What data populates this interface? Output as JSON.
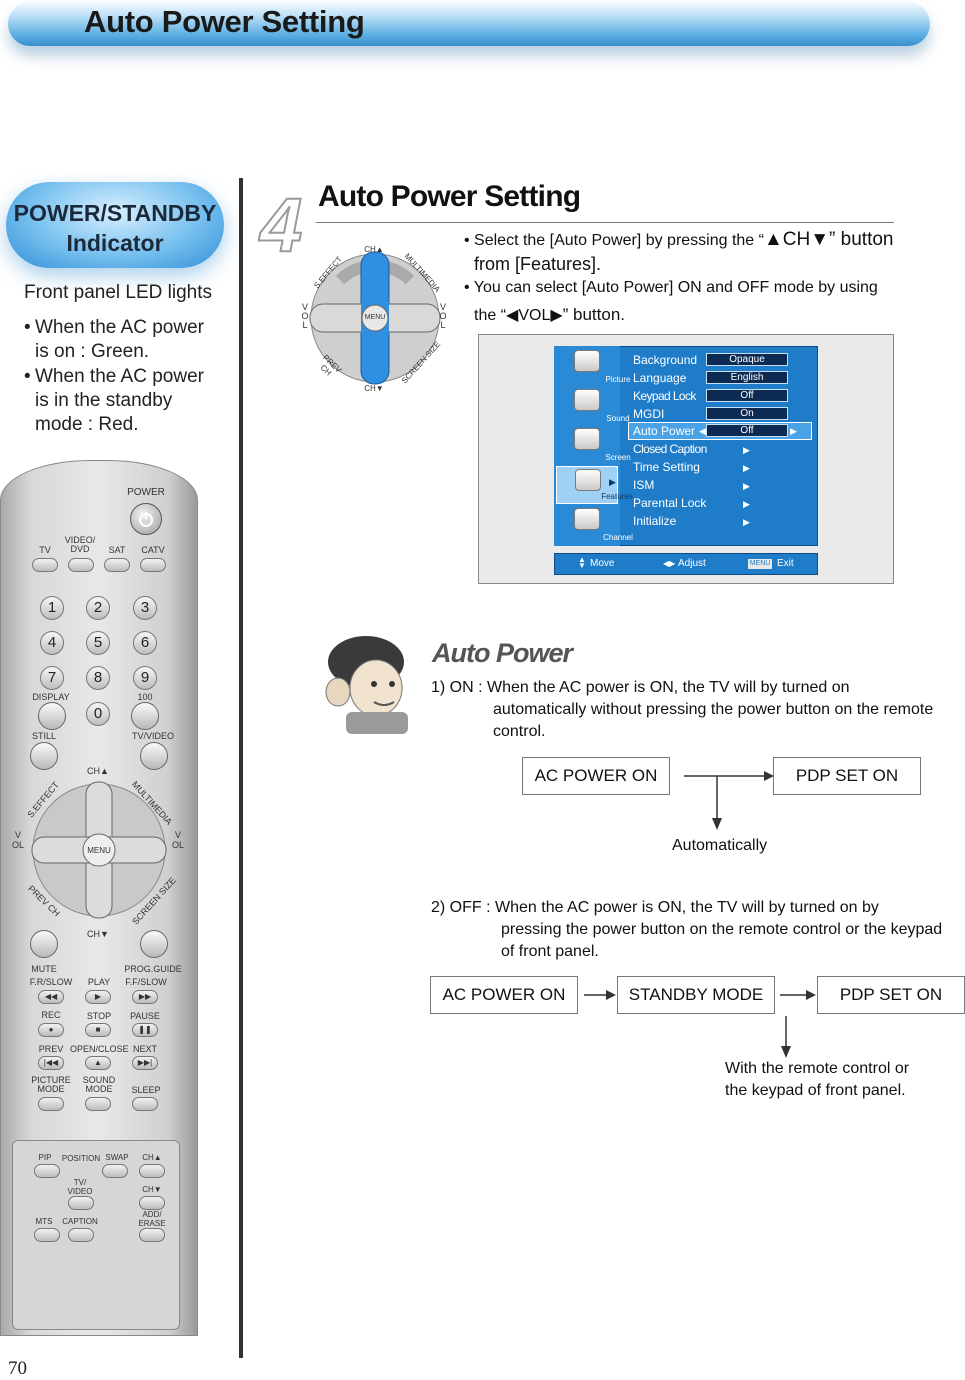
{
  "header": {
    "title": "Auto Power Setting"
  },
  "page_number": "70",
  "sidebar": {
    "badge_line1": "POWER/STANDBY",
    "badge_line2": "Indicator",
    "led_title": "Front panel LED lights",
    "bullets": [
      "When the AC power is on : Green.",
      "When the AC power is in the standby mode : Red."
    ]
  },
  "remote": {
    "power": "POWER",
    "source_videodvd": "VIDEO/\nDVD",
    "sources": [
      "TV",
      "SAT",
      "CATV"
    ],
    "numbers": [
      "1",
      "2",
      "3",
      "4",
      "5",
      "6",
      "7",
      "8",
      "9",
      "0"
    ],
    "display": "DISPLAY",
    "hundred": "100",
    "still": "STILL",
    "tvvideo": "TV/VIDEO",
    "ch_up": "CH▲",
    "ch_down": "CH▼",
    "seffect": "S.EFFECT",
    "multimedia": "MULTIMEDIA",
    "prevch": "PREV CH",
    "screensize": "SCREEN SIZE",
    "vol": "VOL",
    "menu": "MENU",
    "mute": "MUTE",
    "progguide": "PROG.GUIDE",
    "frslow": "F.R/SLOW",
    "play": "PLAY",
    "ffslow": "F.F/SLOW",
    "rec": "REC",
    "stop": "STOP",
    "pause": "PAUSE",
    "prev": "PREV",
    "openclose": "OPEN/CLOSE",
    "next": "NEXT",
    "picture_mode": "PICTURE MODE",
    "sound_mode": "SOUND MODE",
    "sleep": "SLEEP",
    "pip": "PIP",
    "position": "POSITION",
    "swap": "SWAP",
    "pip_tvvideo": "TV/\nVIDEO",
    "mts": "MTS",
    "caption": "CAPTION",
    "adderase": "ADD/\nERASE"
  },
  "step": {
    "number": "4",
    "title": "Auto Power Setting",
    "inst1_a": "• Select the [Auto Power] by pressing the “",
    "inst1_ch": "▲CH▼",
    "inst1_b": "” button",
    "inst1_c": "from [Features].",
    "inst2_a": "• You can select [Auto Power] ON and OFF mode by using",
    "inst2_b": "the “",
    "inst2_vol": "◀VOL▶",
    "inst2_c": "” button."
  },
  "osd": {
    "side": [
      "Picture",
      "Sound",
      "Screen",
      "Features",
      "Channel"
    ],
    "rows": [
      {
        "label": "Background",
        "value": "Opaque"
      },
      {
        "label": "Language",
        "value": "English"
      },
      {
        "label": "Keypad Lock",
        "value": "Off"
      },
      {
        "label": "MGDI",
        "value": "On"
      },
      {
        "label": "Auto Power",
        "value": "Off"
      },
      {
        "label": "Closed Caption",
        "value": ""
      },
      {
        "label": "Time Setting",
        "value": ""
      },
      {
        "label": "ISM",
        "value": ""
      },
      {
        "label": "Parental Lock",
        "value": ""
      },
      {
        "label": "Initialize",
        "value": ""
      }
    ],
    "bottom_move": "Move",
    "bottom_adjust": "Adjust",
    "bottom_menu": "MENU",
    "bottom_exit": "Exit"
  },
  "auto_power": {
    "title": "Auto Power",
    "on_l1": "1)  ON : When the AC power is ON, the TV will by turned on",
    "on_l2": "automatically without pressing the power button on the remote",
    "on_l3": "control.",
    "box_ac_on": "AC POWER ON",
    "box_pdp_on": "PDP SET ON",
    "automatically": "Automatically",
    "off_l1": "2)  OFF : When the AC power is ON, the TV will by turned on by",
    "off_l2": "pressing the power button on the remote control or the keypad",
    "off_l3": "of front panel.",
    "box2_ac_on": "AC POWER ON",
    "box2_standby": "STANDBY MODE",
    "box2_pdp_on": "PDP SET ON",
    "remote_note_l1": "With the remote control or",
    "remote_note_l2": "the keypad of front panel."
  }
}
